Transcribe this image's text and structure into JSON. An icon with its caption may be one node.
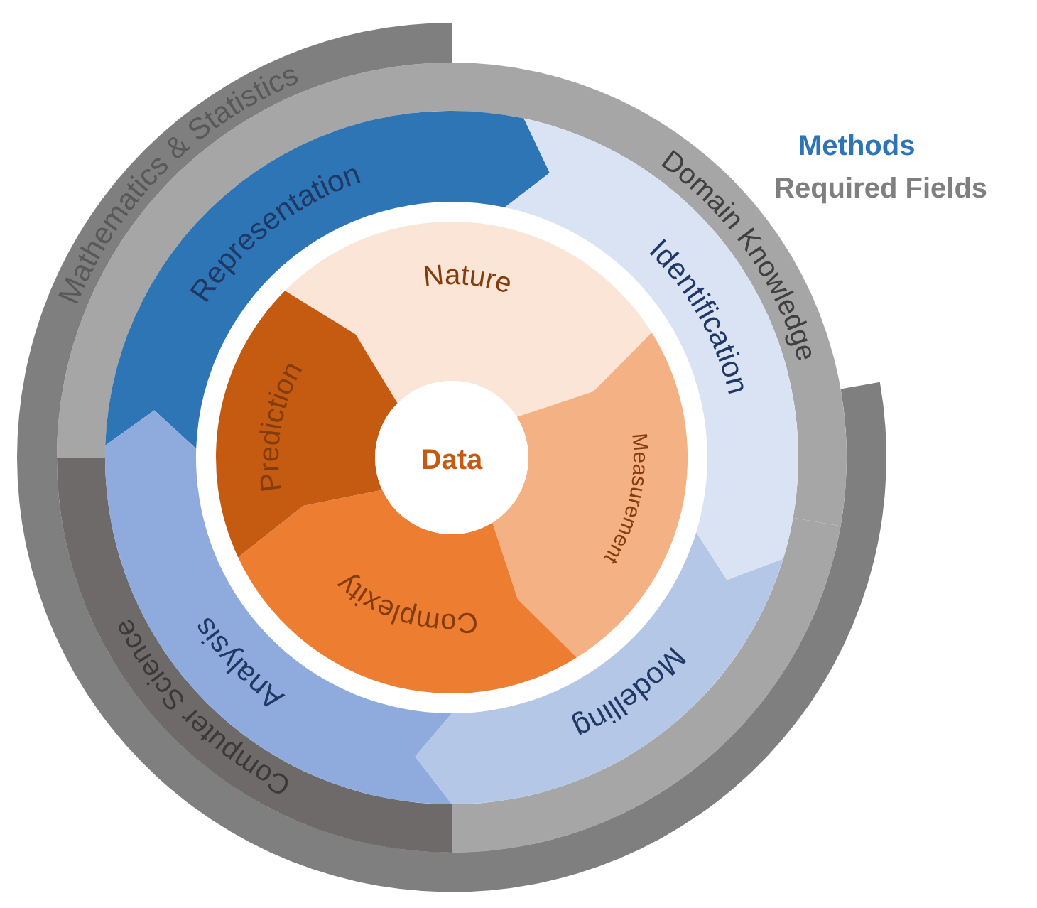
{
  "diagram": {
    "nodes": [
      {
        "text": [
          "Mathematics & Statistics"
        ]
      },
      {
        "text": [
          "Domain Knowledge"
        ]
      },
      {
        "text": [
          "Representation"
        ]
      },
      {
        "text": [
          "Identification"
        ]
      },
      {
        "text": [
          "Nature"
        ]
      },
      {
        "text": [
          "Prediction"
        ]
      },
      {
        "text": [
          "Data"
        ]
      },
      {
        "text": [
          "Measurement"
        ]
      },
      {
        "text": [
          "Complexity"
        ]
      },
      {
        "text": [
          "Analysis"
        ]
      },
      {
        "text": [
          "Modelling"
        ]
      },
      {
        "text": [
          "Computer Science"
        ]
      }
    ],
    "legend": [
      {
        "text": "Methods",
        "color": "#2e75b6"
      },
      {
        "text": "Required Fields",
        "color": "#7f7f7f"
      }
    ]
  }
}
